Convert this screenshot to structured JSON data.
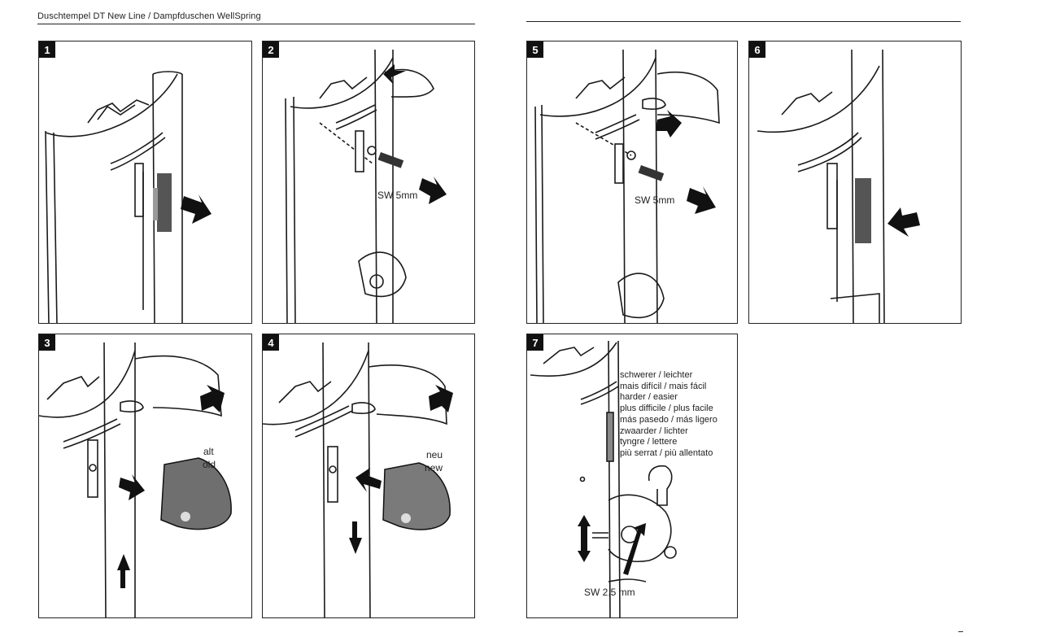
{
  "header": {
    "title": "Duschtempel DT New Line / Dampfduschen WellSpring"
  },
  "steps": [
    {
      "number": "1"
    },
    {
      "number": "2",
      "tool_label": "SW 5mm"
    },
    {
      "number": "3",
      "label_line1": "alt",
      "label_line2": "old"
    },
    {
      "number": "4",
      "label_line1": "neu",
      "label_line2": "new"
    },
    {
      "number": "5",
      "tool_label": "SW 5mm"
    },
    {
      "number": "6"
    },
    {
      "number": "7",
      "adjust_lines": [
        "schwerer / leichter",
        "mais difícil / mais fácil",
        "harder / easier",
        "plus difficile / plus facile",
        "más pasedo / más ligero",
        "zwaarder / lichter",
        "tyngre / lettere",
        "più serrat / più allentato"
      ],
      "tool_label": "SW 2,5 mm"
    }
  ],
  "colors": {
    "ink": "#1a1a1a",
    "holder_old": "#6f6f6f",
    "holder_new": "#7a7a7a",
    "clip": "#555555"
  }
}
